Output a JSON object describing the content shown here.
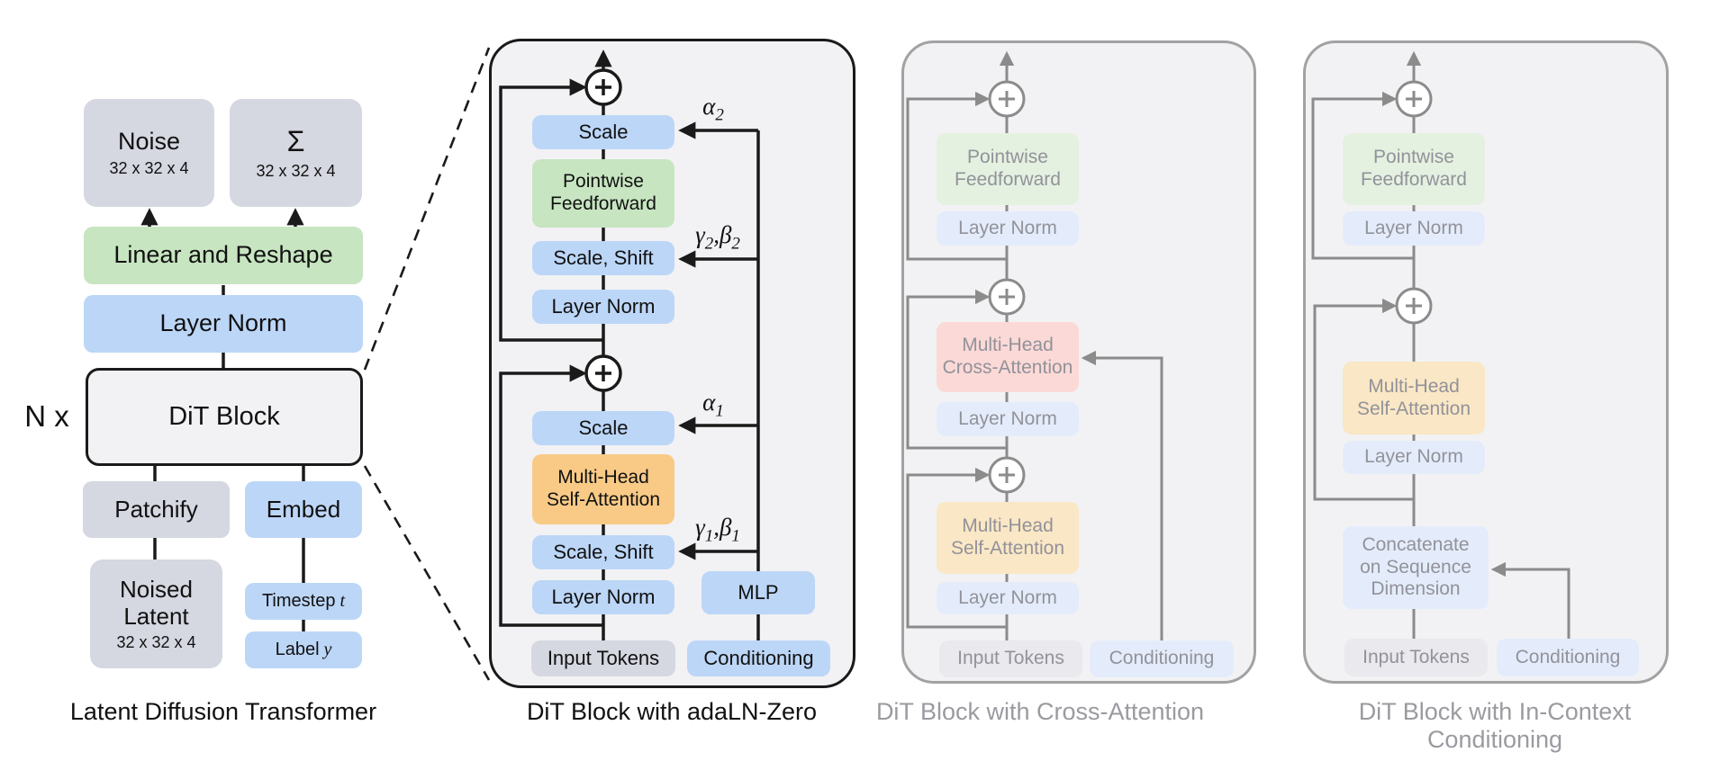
{
  "colors": {
    "blue": "#bcd6f7",
    "green": "#c7e5c1",
    "orange": "#f8ca86",
    "pink": "#fbd9d6",
    "gray_box": "#d5d7e1",
    "panel_bg": "#f2f2f4",
    "dit_bg": "#f2f2f5",
    "line_black": "#1a1a1a",
    "line_gray": "#8b8b8b",
    "border_gray": "#a2a2a2",
    "faded_blue": "#e4ecfb",
    "faded_green": "#e4f1e0",
    "faded_orange": "#fae7c5",
    "faded_gray": "#e9e9ee",
    "text_dark": "#111111",
    "text_faded": "#92929a",
    "caption_gray": "#9a9aa0"
  },
  "latent_panel": {
    "caption": "Latent Diffusion Transformer",
    "repeat_label": "N x",
    "noise": {
      "title": "Noise",
      "dims": "32 x 32 x 4"
    },
    "sigma": {
      "title": "Σ",
      "dims": "32 x 32 x 4"
    },
    "linear_reshape": "Linear and Reshape",
    "layer_norm": "Layer Norm",
    "dit_block": "DiT Block",
    "patchify": "Patchify",
    "embed": "Embed",
    "noised_latent": {
      "line1": "Noised",
      "line2": "Latent",
      "dims": "32 x 32 x 4"
    },
    "timestep": {
      "label": "Timestep",
      "var": "t"
    },
    "class_label": {
      "label": "Label",
      "var": "y"
    }
  },
  "adaln_panel": {
    "caption": "DiT Block with adaLN-Zero",
    "scale_top": "Scale",
    "pointwise": {
      "line1": "Pointwise",
      "line2": "Feedforward"
    },
    "scale_shift_top": "Scale, Shift",
    "layer_norm_top": "Layer Norm",
    "scale_bottom": "Scale",
    "mhsa": {
      "line1": "Multi-Head",
      "line2": "Self-Attention"
    },
    "scale_shift_bottom": "Scale, Shift",
    "layer_norm_bottom": "Layer Norm",
    "mlp": "MLP",
    "input_tokens": "Input Tokens",
    "conditioning": "Conditioning",
    "alpha2": {
      "b1": "α",
      "s1": "2"
    },
    "gamma_beta2": {
      "b1": "γ",
      "s1": "2",
      "b2": ",β",
      "s2": "2"
    },
    "alpha1": {
      "b1": "α",
      "s1": "1"
    },
    "gamma_beta1": {
      "b1": "γ",
      "s1": "1",
      "b2": ",β",
      "s2": "1"
    }
  },
  "cross_panel": {
    "caption": "DiT Block with Cross-Attention",
    "pointwise": {
      "line1": "Pointwise",
      "line2": "Feedforward"
    },
    "layer_norm_top": "Layer Norm",
    "mhca": {
      "line1": "Multi-Head",
      "line2": "Cross-Attention"
    },
    "layer_norm_mid": "Layer Norm",
    "mhsa": {
      "line1": "Multi-Head",
      "line2": "Self-Attention"
    },
    "layer_norm_bottom": "Layer Norm",
    "input_tokens": "Input Tokens",
    "conditioning": "Conditioning"
  },
  "incontext_panel": {
    "caption": "DiT Block with In-Context Conditioning",
    "pointwise": {
      "line1": "Pointwise",
      "line2": "Feedforward"
    },
    "layer_norm_top": "Layer Norm",
    "mhsa": {
      "line1": "Multi-Head",
      "line2": "Self-Attention"
    },
    "layer_norm_mid": "Layer Norm",
    "concat": {
      "line1": "Concatenate",
      "line2": "on Sequence",
      "line3": "Dimension"
    },
    "input_tokens": "Input Tokens",
    "conditioning": "Conditioning"
  }
}
